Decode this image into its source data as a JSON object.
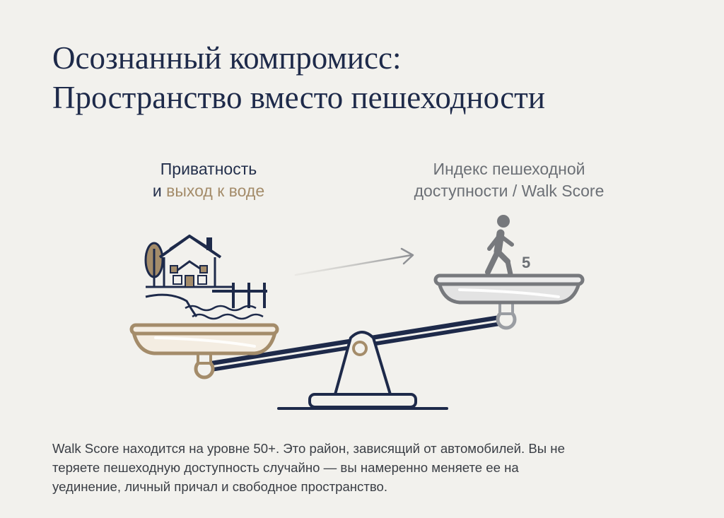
{
  "title": {
    "line1": "Осознанный компромисс:",
    "line2": "Пространство вместо пешеходности"
  },
  "left_label": {
    "line1": "Приватность",
    "line2_prefix": "и ",
    "line2_accent": "выход к воде"
  },
  "right_label": {
    "line1": "Индекс пешеходной",
    "line2": "доступности / Walk Score"
  },
  "walk_score_value": "5",
  "description": {
    "line1": "Walk Score находится на уровне 50+. Это район, зависящий от автомобилей. Вы не",
    "line2": "теряете пешеходную доступность случайно — вы намеренно меняете ее на",
    "line3": "уединение, личный причал и свободное пространство."
  },
  "icons": {
    "left_pan": "house-waterfront-icon",
    "right_pan": "walking-person-icon",
    "arrow": "arrow-right-icon"
  },
  "colors": {
    "background": "#f2f1ed",
    "navy": "#1e2a4a",
    "gold": "#a48c6a",
    "gray": "#6c7076"
  }
}
